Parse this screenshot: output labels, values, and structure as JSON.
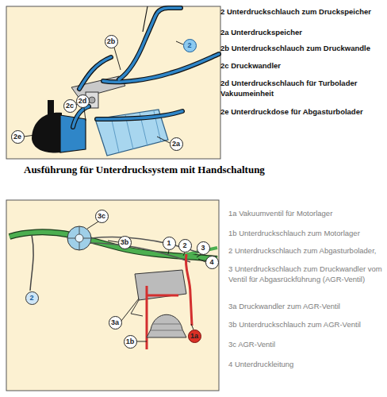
{
  "diagram": {
    "caption": "Ausführung für Unterdrucksystem mit Handschaltung",
    "nodes": [
      {
        "text": [
          "2b"
        ]
      },
      {
        "text": [
          "2"
        ]
      },
      {
        "text": [
          "2d"
        ]
      },
      {
        "text": [
          "2c"
        ]
      },
      {
        "text": [
          "2e"
        ]
      },
      {
        "text": [
          "2a"
        ]
      },
      {
        "text": [
          "3c"
        ]
      },
      {
        "text": [
          "3b"
        ]
      },
      {
        "text": [
          "1"
        ]
      },
      {
        "text": [
          "2"
        ]
      },
      {
        "text": [
          "3"
        ]
      },
      {
        "text": [
          "4"
        ]
      },
      {
        "text": [
          "2"
        ]
      },
      {
        "text": [
          "3a"
        ]
      },
      {
        "text": [
          "1a"
        ]
      },
      {
        "text": [
          "1b"
        ]
      }
    ],
    "labels": [
      "2 Unterdruckschlauch zum Druckspeicher",
      "2a  Unterdruckspeicher",
      "2b   Unterdruckschlauch zum Druckwandle",
      "2c Druckwandler",
      "2d  Unterdruckschlauch für Turbolader Vakuumeinheit",
      "2e  Unterdruckdose für Abgasturbolader",
      "1a  Vakuumventil für Motorlager",
      "1b  Unterdruckschlauch zum Motorlager",
      "2  Unterdruckschlauch zum Abgasturbolader,",
      "3 Unterdruckschlauch zum Druckwandler vom Ventil für Abgasrückführung (AGR-Ventil)",
      "3a  Druckwandler zum AGR-Ventil",
      "3b  Unterdruckschlauch zum AGR-Ventil",
      "3c  AGR-Ventil",
      "4 Unterdruckleitung"
    ]
  }
}
